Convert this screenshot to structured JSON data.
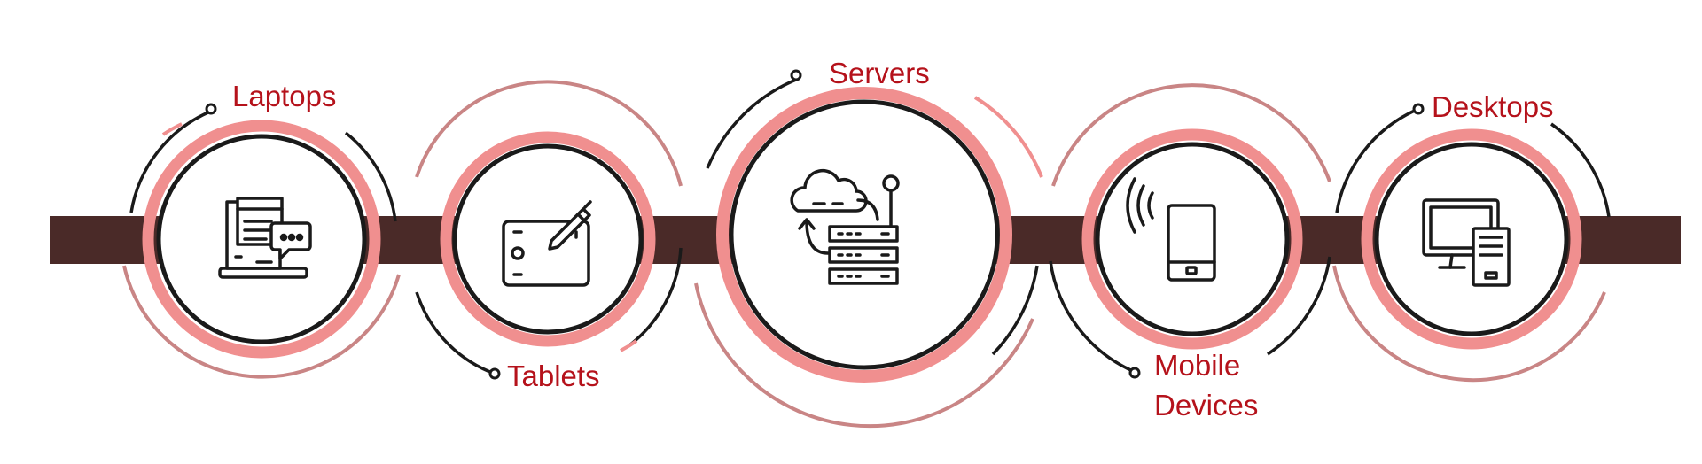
{
  "colors": {
    "band": "#4a2a28",
    "ring_pink": "#f08f8f",
    "ring_dark": "#1a1a1a",
    "arc_dusty": "#c98585",
    "label": "#b5121b",
    "icon": "#1a1a1a"
  },
  "items": [
    {
      "label": "Laptops",
      "icon": "laptop-chat-icon"
    },
    {
      "label": "Tablets",
      "icon": "drawing-tablet-icon"
    },
    {
      "label": "Servers",
      "icon": "cloud-server-icon"
    },
    {
      "label": "Mobile\nDevices",
      "icon": "smartphone-signal-icon"
    },
    {
      "label": "Desktops",
      "icon": "desktop-monitor-icon"
    }
  ]
}
